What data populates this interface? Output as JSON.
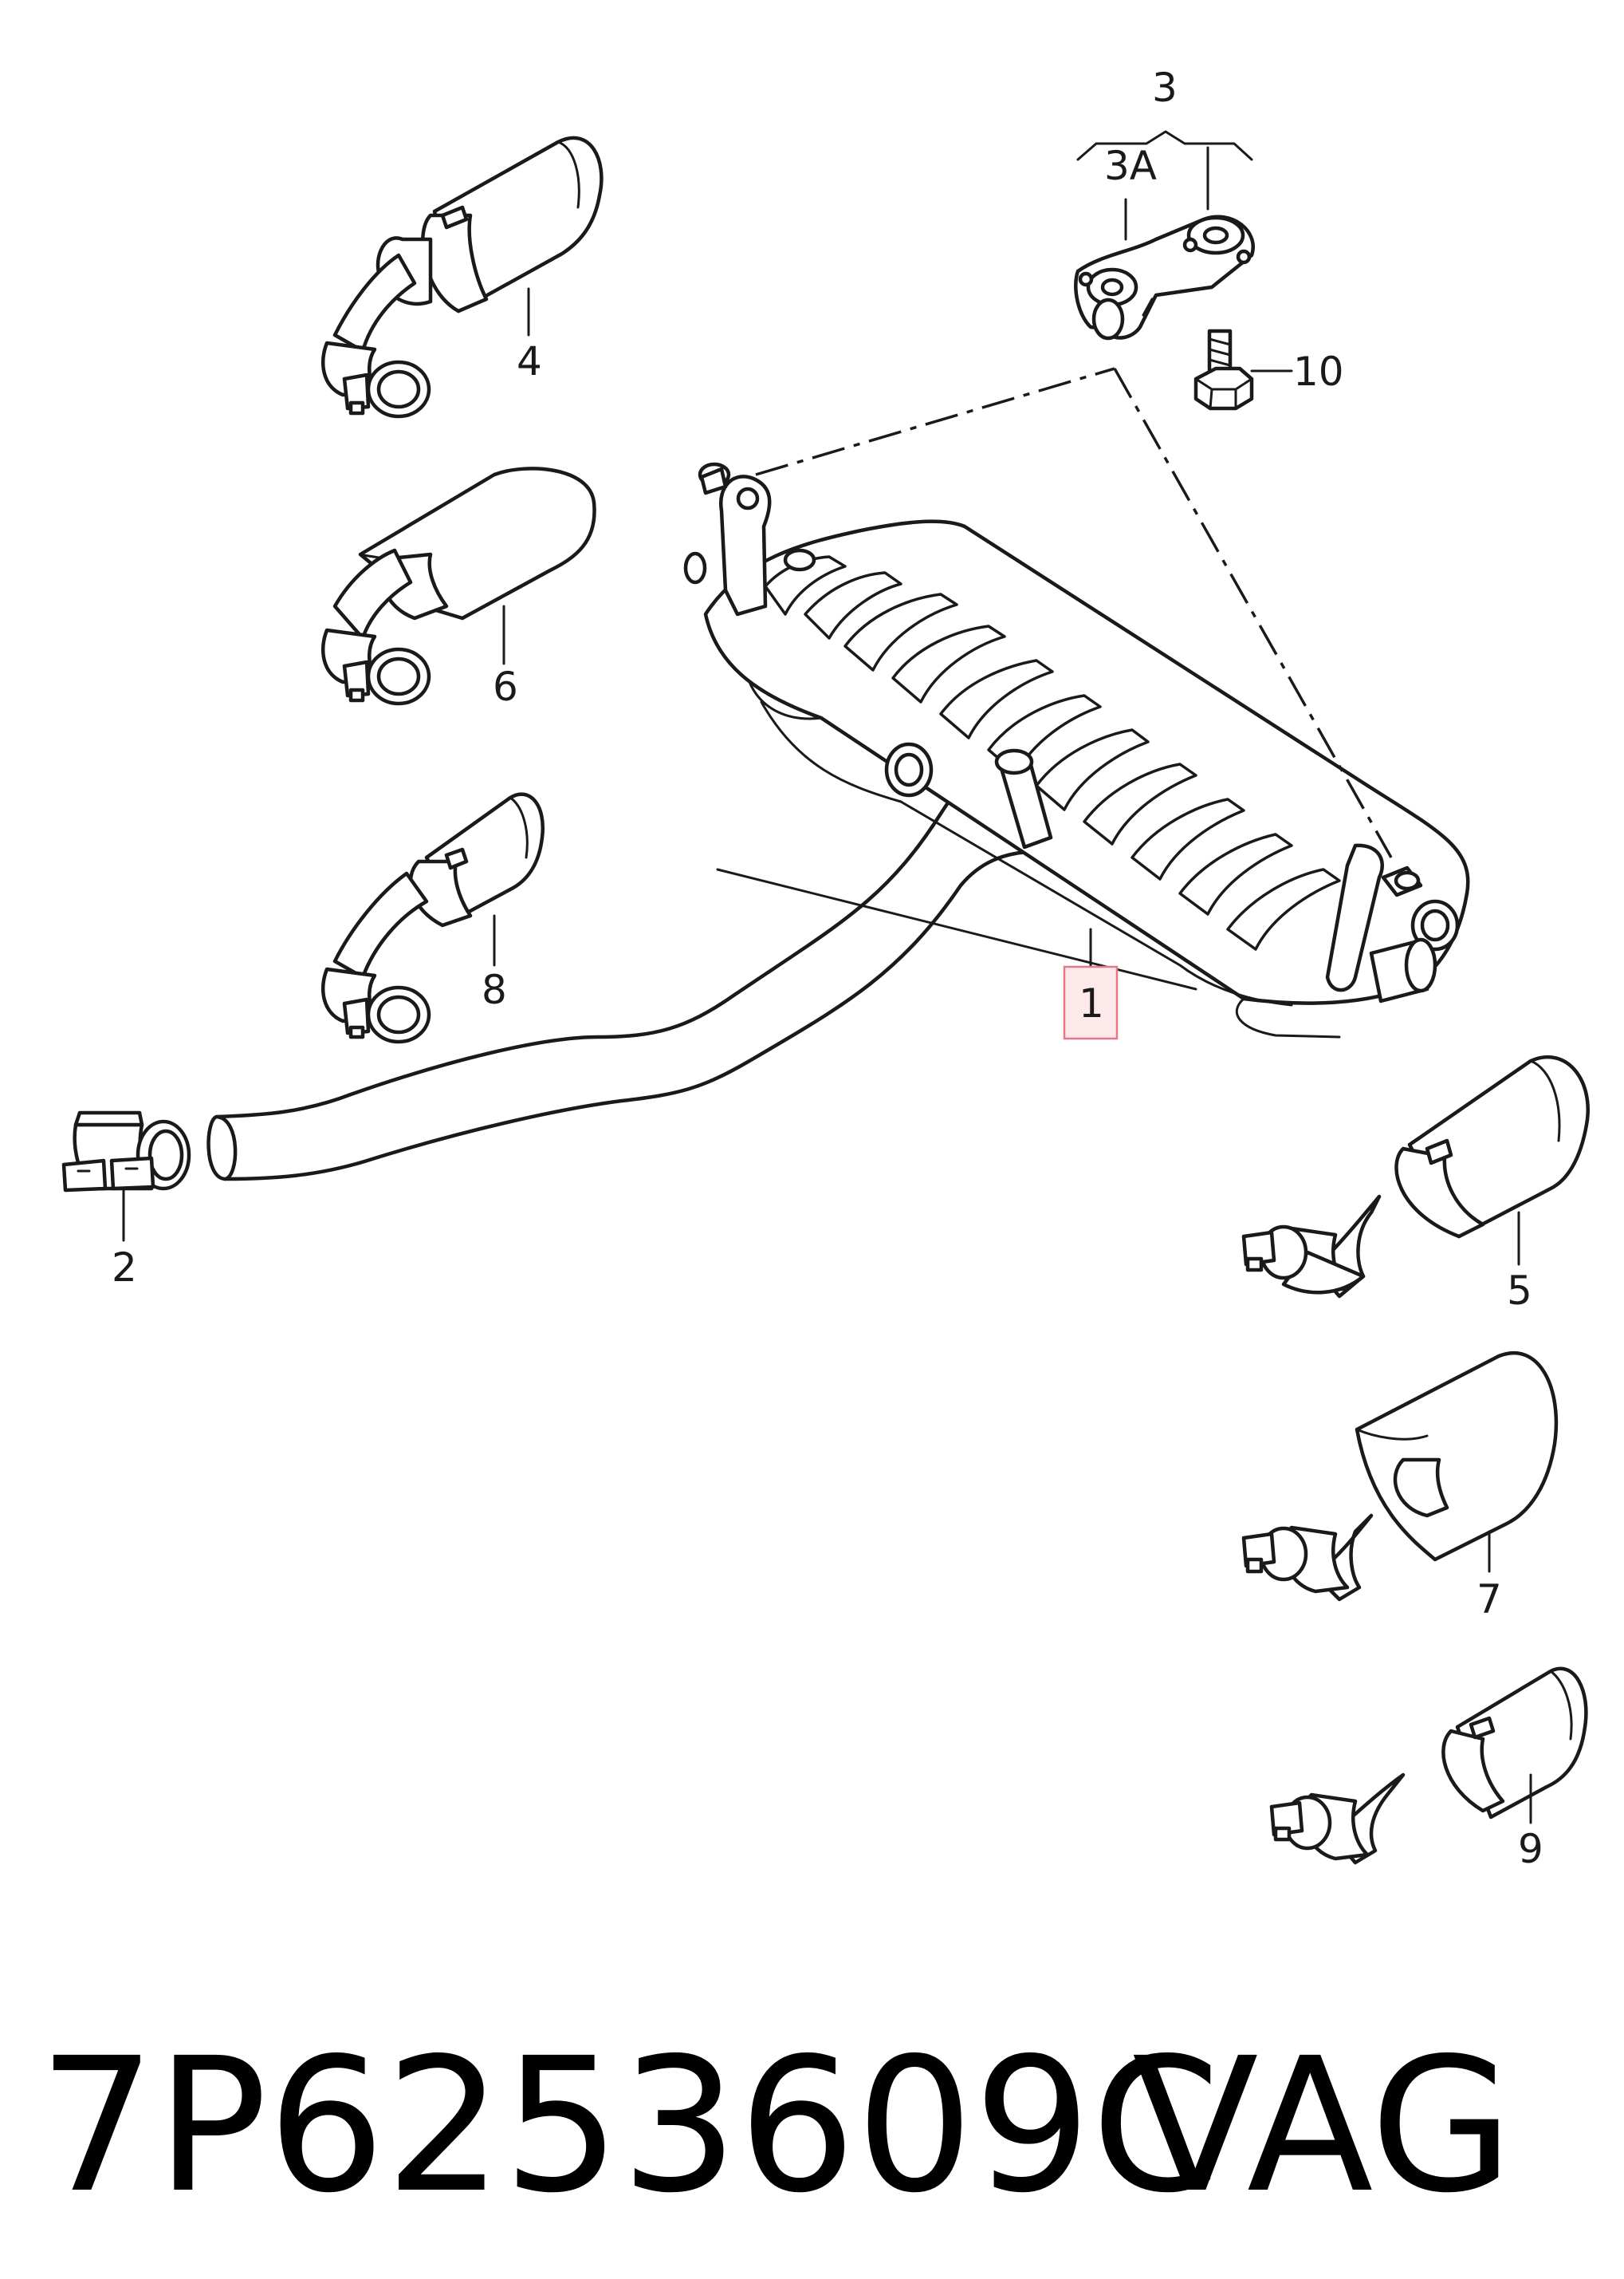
{
  "callouts": {
    "p1": "1",
    "p2": "2",
    "p3": "3",
    "p3a": "3A",
    "p4": "4",
    "p5": "5",
    "p6": "6",
    "p7": "7",
    "p8": "8",
    "p9": "9",
    "p10": "10"
  },
  "footer": {
    "part_number": "7P6253609C",
    "brand": "VAG"
  },
  "colors": {
    "line": "#1a1a1a",
    "highlight_fill": "#fde8ea",
    "highlight_stroke": "#e07a88"
  }
}
